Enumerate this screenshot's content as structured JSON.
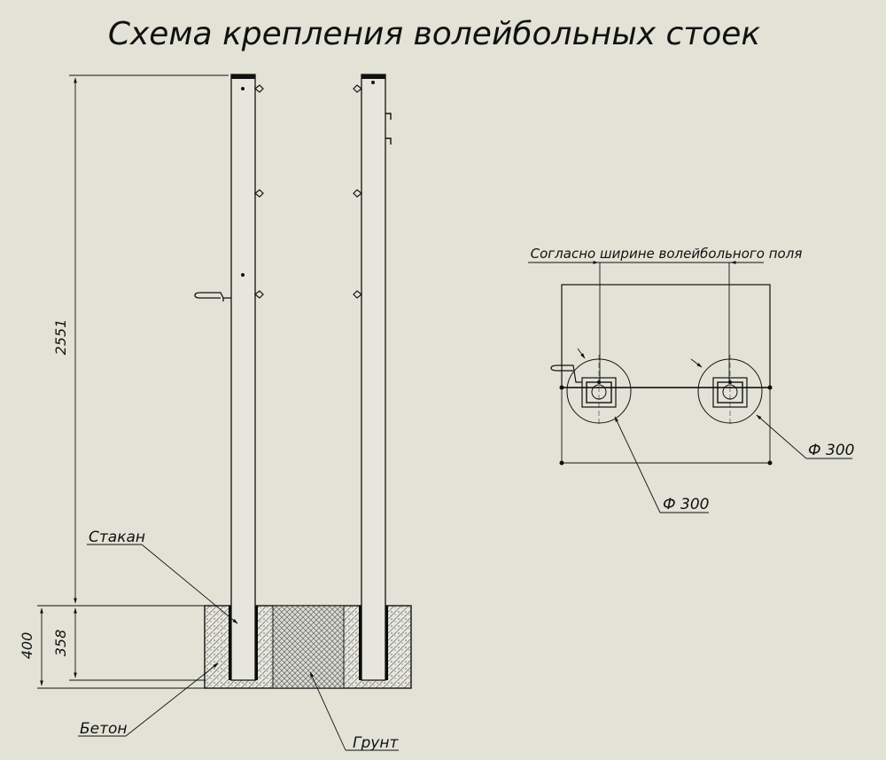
{
  "title": "Схема крепления   волейбольных стоек",
  "front_view": {
    "height_dim": "2551",
    "depth_total_dim": "400",
    "depth_embed_dim": "358",
    "label_sleeve": "Стакан",
    "label_concrete": "Бетон",
    "label_ground": "Грунт"
  },
  "plan_view": {
    "width_note": "Согласно ширине волейбольного поля",
    "diam_left": "Ф 300",
    "diam_right": "Ф 300"
  }
}
